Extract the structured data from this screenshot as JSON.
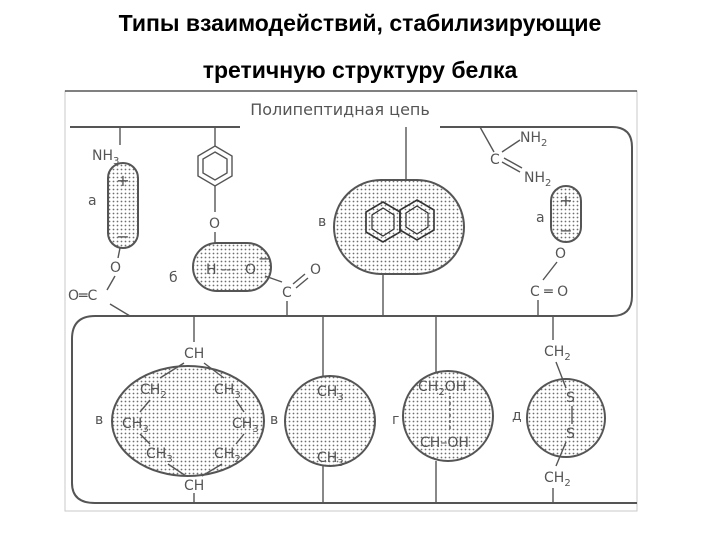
{
  "title": {
    "line1": "Типы взаимодействий, стабилизирующие",
    "line2": "третичную структуру белка"
  },
  "diagram": {
    "chain_label": "Полипептидная цепь",
    "upper": {
      "ionic_left": {
        "type_label": "а",
        "nh": "NH",
        "nh_sub": "3",
        "plus": "+",
        "minus": "−",
        "o": "O",
        "oc": "O═C"
      },
      "hbond": {
        "type_label": "б",
        "o_top": "O",
        "h": "H",
        "dots": "---",
        "o": "O",
        "minus": "−",
        "c": "C",
        "o_right": "O"
      },
      "aromatic": {
        "type_label": "в"
      },
      "ionic_right": {
        "type_label": "а",
        "nh2_top": "NH",
        "nh2_top_sub": "2",
        "c": "C",
        "nh2_bottom": "NH",
        "nh2_bottom_sub": "2",
        "plus": "+",
        "minus": "−",
        "o": "O",
        "co": "C ═ O"
      }
    },
    "lower": {
      "hydrophobic_branch": {
        "type_label": "в",
        "ch_top": "CH",
        "ch_bottom": "CH",
        "ch2_tl": "CH",
        "ch2_tl_sub": "2",
        "ch3_tr": "CH",
        "ch3_tr_sub": "3",
        "ch3_ml": "CH",
        "ch3_ml_sub": "3",
        "ch3_mr": "CH",
        "ch3_mr_sub": "3",
        "ch3_bl": "CH",
        "ch3_bl_sub": "3",
        "ch2_br": "CH",
        "ch2_br_sub": "2"
      },
      "hydrophobic_methyl": {
        "type_label": "в",
        "ch3_top": "CH",
        "ch3_top_sub": "3",
        "ch3_bottom": "CH",
        "ch3_bottom_sub": "3"
      },
      "hydroxyl": {
        "type_label": "г",
        "top": "CH",
        "top_sub": "2",
        "top_rest": "OH",
        "bottom": "CH",
        "bottom_rest": "–OH"
      },
      "disulfide": {
        "type_label": "д",
        "ch2_top": "CH",
        "ch2_top_sub": "2",
        "s1": "S",
        "s2": "S",
        "ch2_bottom": "CH",
        "ch2_bottom_sub": "2"
      }
    }
  }
}
